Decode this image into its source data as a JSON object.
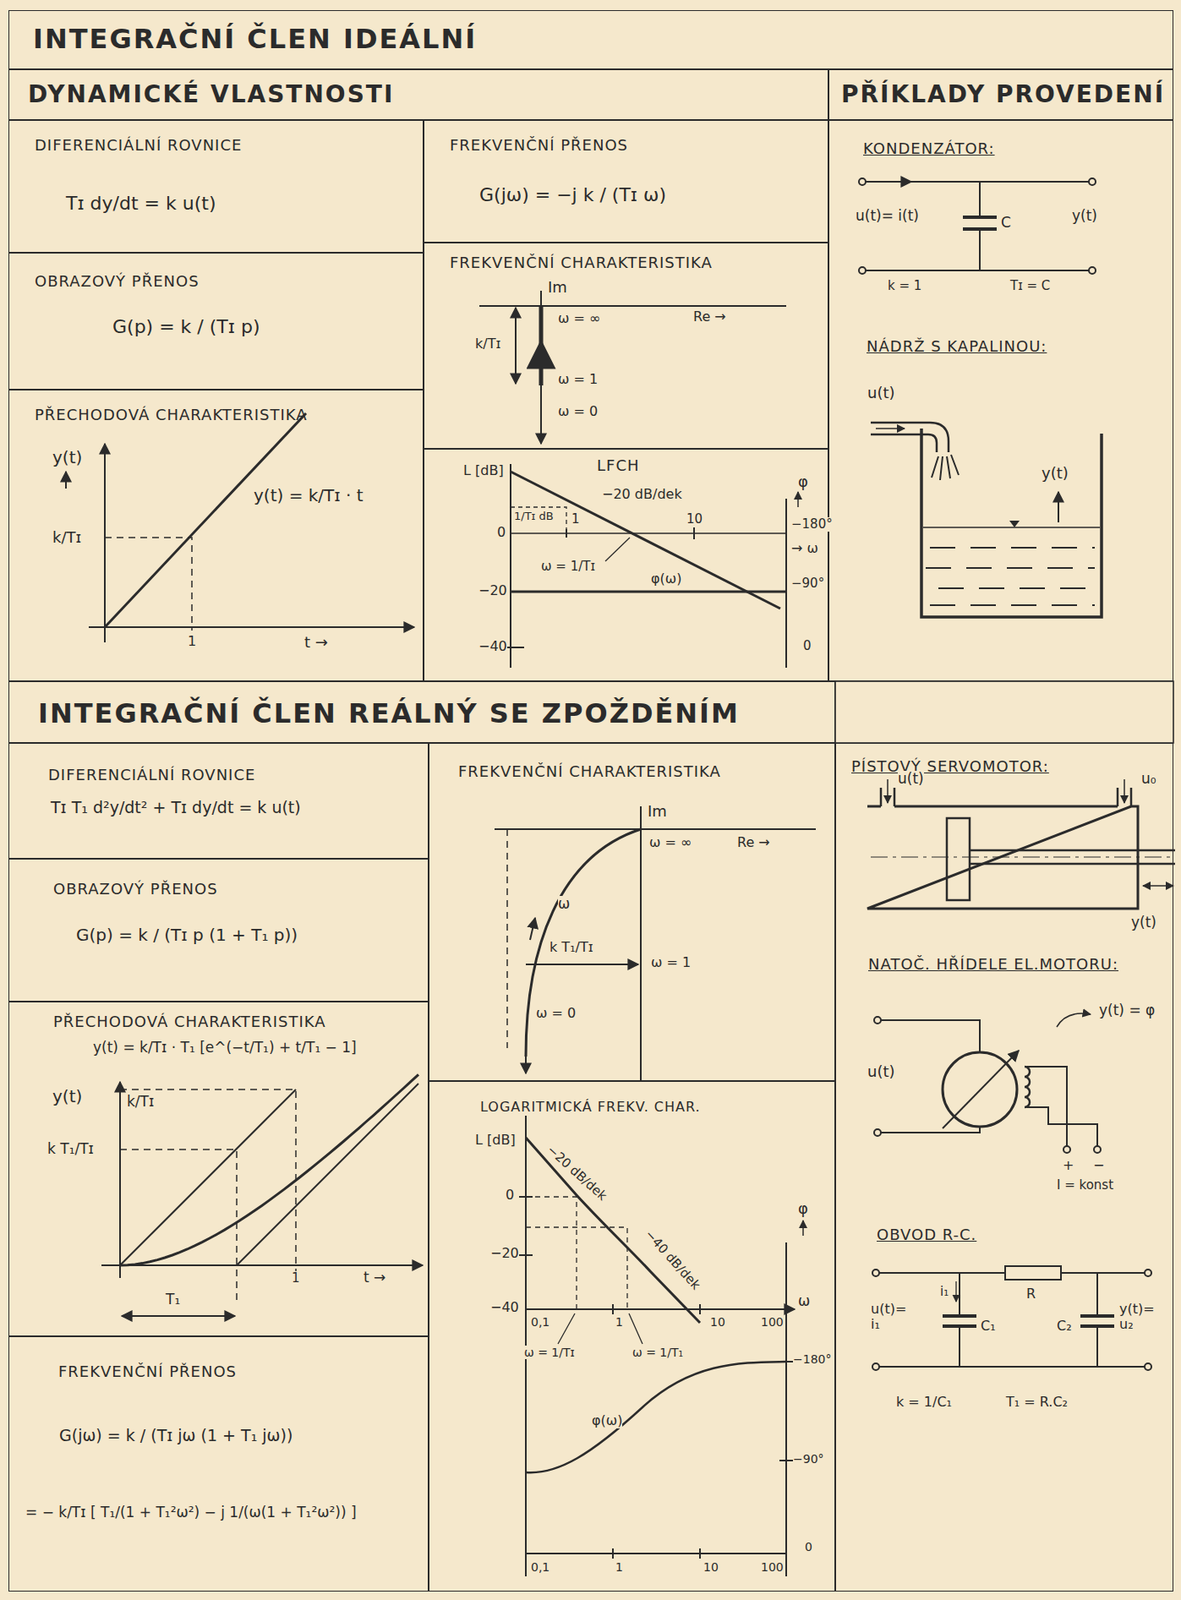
{
  "diagram": {
    "nodes": [
      {
        "text": [
          "INTEGRAČNÍ ČLEN IDEÁLNÍ"
        ]
      },
      {
        "text": [
          "DYNAMICKÉ VLASTNOSTI"
        ]
      },
      {
        "text": [
          "PŘÍKLADY PROVEDENÍ"
        ]
      },
      {
        "text": [
          "DIFERENCIÁLNÍ ROVNICE"
        ]
      },
      {
        "text": [
          "FREKVENČNÍ PŘENOS"
        ]
      },
      {
        "text": [
          "OBRAZOVÝ PŘENOS"
        ]
      },
      {
        "text": [
          "FREKVENČNÍ CHARAKTERISTIKA"
        ]
      },
      {
        "text": [
          "PŘECHODOVÁ CHARAKTERISTIKA"
        ]
      },
      {
        "text": [
          "LFCH"
        ]
      },
      {
        "text": [
          "KONDENZÁTOR:",
          "NÁDRŽ S KAPALINOU:"
        ]
      },
      {
        "text": [
          "INTEGRAČNÍ ČLEN REÁLNÝ SE ZPOŽDĚNÍM"
        ]
      },
      {
        "text": [
          "DIFERENCIÁLNÍ ROVNICE"
        ]
      },
      {
        "text": [
          "OBRAZOVÝ PŘENOS"
        ]
      },
      {
        "text": [
          "PŘECHODOVÁ CHARAKTERISTIKA"
        ]
      },
      {
        "text": [
          "FREKVENČNÍ PŘENOS"
        ]
      },
      {
        "text": [
          "FREKVENČNÍ CHARAKTERISTIKA"
        ]
      },
      {
        "text": [
          "LOGARITMICKÁ FREKV. CHAR."
        ]
      },
      {
        "text": [
          "PÍSTOVÝ SERVOMOTOR:",
          "NATOČ. HŘÍDELE EL.MOTORU:",
          "OBVOD R-C."
        ]
      }
    ],
    "labels": [
      "Tɪ dy/dt = k u(t)",
      "G(p) = k / (Tɪ p)",
      "G(jω) = −j k / (Tɪ ω)",
      "y(t)",
      "k/Tɪ",
      "y(t) = k/Tɪ · t",
      "1",
      "t →",
      "Im",
      "ω = ∞",
      "Re →",
      "k/Tɪ",
      "ω = 1",
      "ω = 0",
      "L [dB]",
      "−20 dB/dek",
      "1/Tɪ dB",
      "0",
      "1",
      "10",
      "→ ω",
      "ω = 1/Tɪ",
      "φ(ω)",
      "−20",
      "−40",
      "−180°",
      "−90°",
      "0",
      "φ",
      "u(t)= i(t)",
      "C",
      "y(t)",
      "k = 1",
      "Tɪ = C",
      "u(t)",
      "y(t)",
      "Tɪ T₁ d²y/dt² + Tɪ dy/dt = k u(t)",
      "G(p) = k / (Tɪ p (1 + T₁ p))",
      "y(t) = k/Tɪ · T₁ [e^(−t/T₁) + t/T₁ − 1]",
      "y(t)",
      "k/Tɪ",
      "k T₁/Tɪ",
      "T₁",
      "1",
      "t →",
      "G(jω) = k / (Tɪ jω (1 + T₁ jω))",
      "= − k/Tɪ [ T₁/(1 + T₁²ω²) − j 1/(ω(1 + T₁²ω²)) ]",
      "Im",
      "ω = ∞",
      "Re →",
      "ω",
      "k T₁/Tɪ",
      "ω = 1",
      "ω = 0",
      "L [dB]",
      "0",
      "−20",
      "−40",
      "−20 dB/dek",
      "−40 dB/dek",
      "0,1",
      "1",
      "10",
      "100",
      "ω",
      "ω = 1/Tɪ",
      "ω = 1/T₁",
      "φ",
      "−180°",
      "−90°",
      "0",
      "φ(ω)",
      "0,1",
      "1",
      "10",
      "100",
      "u(t)",
      "u₀",
      "y(t)",
      "y(t) = φ",
      "u(t)",
      "+",
      "−",
      "I = konst",
      "i₁",
      "R",
      "u(t)= i₁",
      "C₁",
      "C₂",
      "y(t)= u₂",
      "k = 1/C₁",
      "T₁ = R.C₂"
    ]
  }
}
